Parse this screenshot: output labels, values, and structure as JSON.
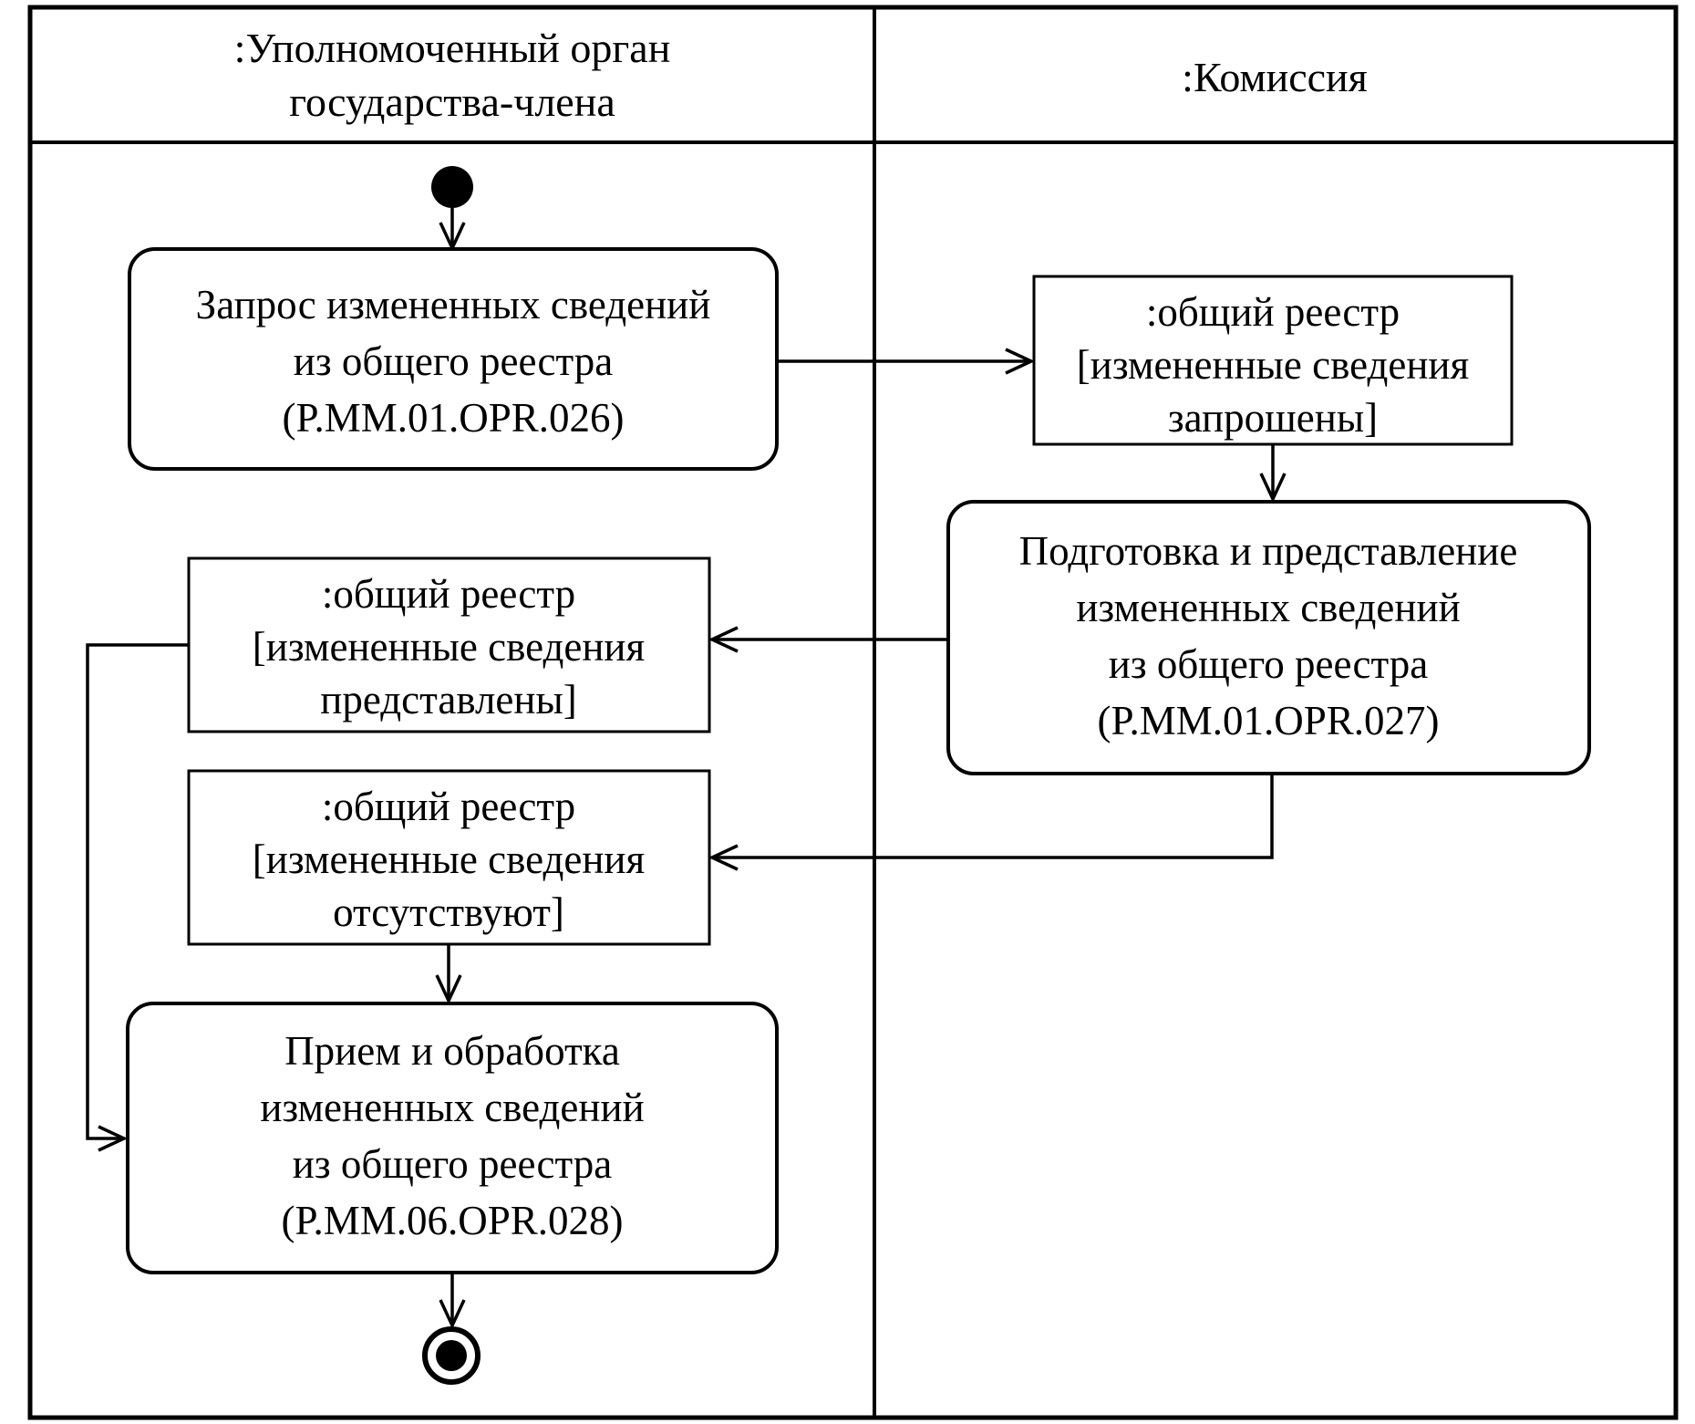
{
  "diagram": {
    "type": "uml-activity-swimlane-diagram",
    "colors": {
      "line": "#000000",
      "background": "#ffffff"
    },
    "lanes": [
      {
        "id": "member-state-authority",
        "lines": [
          ":Уполномоченный орган",
          "государства-члена"
        ]
      },
      {
        "id": "commission",
        "lines": [
          ":Комиссия"
        ]
      }
    ],
    "nodes": {
      "start": {
        "kind": "initial-node"
      },
      "request": {
        "kind": "action",
        "lines": [
          "Запрос измененных сведений",
          "из общего реестра",
          "(P.MM.01.OPR.026)"
        ]
      },
      "requested": {
        "kind": "object-state",
        "lines": [
          ":общий реестр",
          "[измененные сведения",
          "запрошены]"
        ]
      },
      "prepare": {
        "kind": "action",
        "lines": [
          "Подготовка и представление",
          "измененных сведений",
          "из общего реестра",
          "(P.MM.01.OPR.027)"
        ]
      },
      "provided": {
        "kind": "object-state",
        "lines": [
          ":общий реестр",
          "[измененные сведения",
          "представлены]"
        ]
      },
      "absent": {
        "kind": "object-state",
        "lines": [
          ":общий реестр",
          "[измененные сведения",
          "отсутствуют]"
        ]
      },
      "receive": {
        "kind": "action",
        "lines": [
          "Прием и обработка",
          "измененных сведений",
          "из общего реестра",
          "(P.MM.06.OPR.028)"
        ]
      },
      "end": {
        "kind": "final-node"
      }
    }
  }
}
